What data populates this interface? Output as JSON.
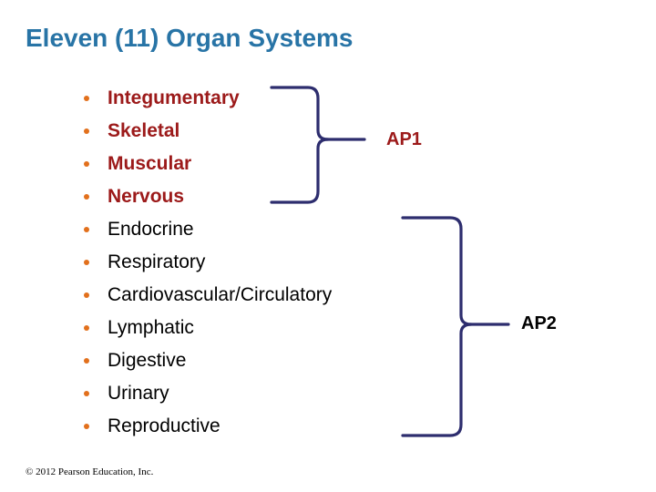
{
  "slide": {
    "title": "Eleven (11) Organ Systems",
    "copyright": "© 2012 Pearson Education, Inc.",
    "background_color": "#FFFFFF",
    "title_color": "#2874A6",
    "bullet_color": "#E2701C",
    "brace_color": "#2D2D6E",
    "ap1_color": "#9C1A1A",
    "ap2_color": "#000000"
  },
  "systems": [
    {
      "index": 1,
      "label": "Integumentary",
      "group": "AP1"
    },
    {
      "index": 2,
      "label": "Skeletal",
      "group": "AP1"
    },
    {
      "index": 3,
      "label": "Muscular",
      "group": "AP1"
    },
    {
      "index": 4,
      "label": "Nervous",
      "group": "AP1"
    },
    {
      "index": 5,
      "label": "Endocrine",
      "group": "AP2"
    },
    {
      "index": 6,
      "label": "Respiratory",
      "group": "AP2"
    },
    {
      "index": 7,
      "label": "Cardiovascular/Circulatory",
      "group": "AP2"
    },
    {
      "index": 8,
      "label": "Lymphatic",
      "group": "AP2"
    },
    {
      "index": 9,
      "label": "Digestive",
      "group": "AP2"
    },
    {
      "index": 10,
      "label": "Urinary",
      "group": "AP2"
    },
    {
      "index": 11,
      "label": "Reproductive",
      "group": "AP2"
    }
  ],
  "groups": {
    "ap1": {
      "label": "AP1",
      "covers": "Integumentary through Nervous"
    },
    "ap2": {
      "label": "AP2",
      "covers": "Endocrine through Reproductive"
    }
  },
  "icons": {
    "bullet": "bullet-dot-icon",
    "brace_ap1": "curly-brace-icon",
    "brace_ap2": "curly-brace-icon"
  }
}
